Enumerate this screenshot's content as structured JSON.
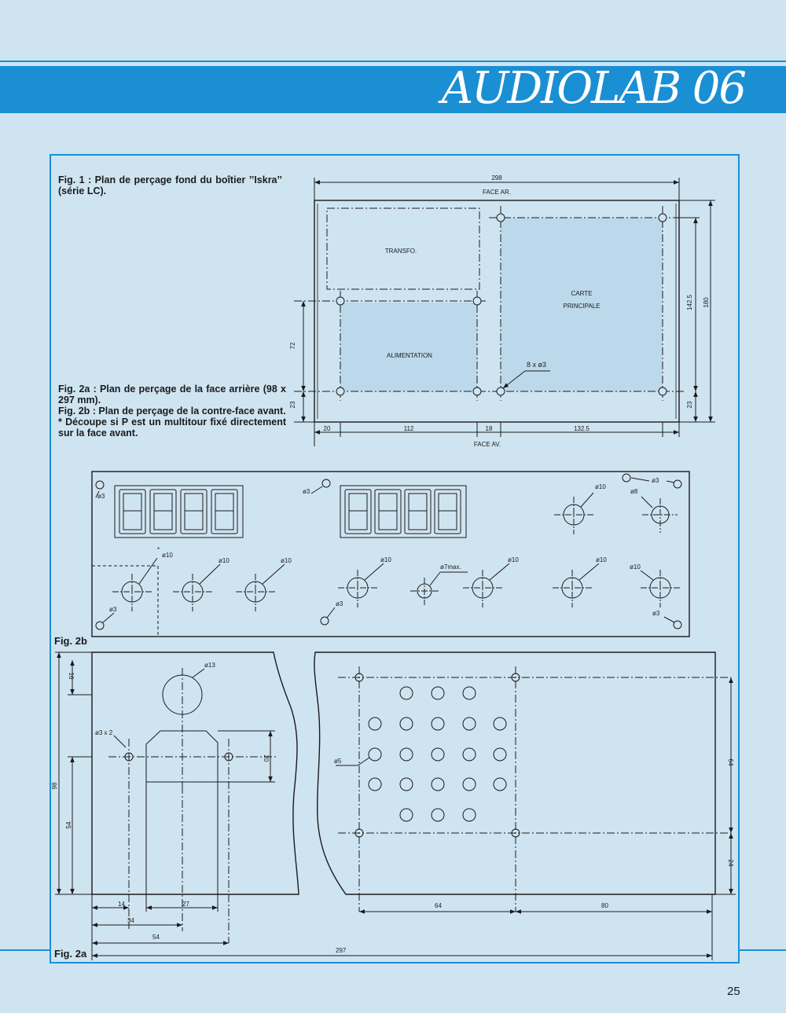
{
  "header": {
    "title": "AUDIOLAB 06"
  },
  "captions": {
    "fig1": "Fig. 1 : Plan de perçage fond du boîtier ’’Iskra’’ (série LC).",
    "fig2a": "Fig. 2a : Plan de perçage de la face arrière (98 x 297 mm).",
    "fig2b": "Fig. 2b : Plan de perçage de la contre-face avant.",
    "note": "* Découpe si P est un multitour fixé directement sur la face avant."
  },
  "fig1": {
    "dim_total_width": "298",
    "face_ar": "FACE AR.",
    "face_av": "FACE AV.",
    "transfo": "TRANSFO.",
    "carte": "CARTE",
    "principale": "PRINCIPALE",
    "alimentation": "ALIMENTATION",
    "holes": "8 x ø3",
    "dim_142_5": "142.5",
    "dim_180": "180",
    "dim_72": "72",
    "dim_23_left": "23",
    "dim_23_right": "23",
    "dim_20": "20",
    "dim_112": "112",
    "dim_18": "18",
    "dim_132_5": "132.5"
  },
  "fig2b": {
    "label": "Fig. 2b",
    "h3_tl": "ø3",
    "h3_mid": "ø3",
    "h3_tr": "ø3",
    "h10_r1": "ø10",
    "h8": "ø8",
    "h10_1": "ø10",
    "h10_1_star": "*",
    "h10_2": "ø10",
    "h10_3": "ø10",
    "h10_4": "ø10",
    "h7max": "ø7max.",
    "h10_5": "ø10",
    "h10_6": "ø10",
    "h10_7": "ø10",
    "h3_bl": "ø3",
    "h3_bm": "ø3",
    "h3_br": "ø3"
  },
  "fig2a": {
    "label": "Fig. 2a",
    "h13": "ø13",
    "h3x2": "ø3 x 2",
    "h5": "ø5",
    "dim_16": "16",
    "dim_98": "98",
    "dim_54v": "54",
    "dim_20": "20",
    "dim_14": "14",
    "dim_27": "27",
    "dim_34": "34",
    "dim_54h": "54",
    "dim_297": "297",
    "dim_64h": "64",
    "dim_80": "80",
    "dim_64v": "64",
    "dim_24": "24"
  },
  "footer": {
    "page_number": "25"
  },
  "colors": {
    "accent": "#1a8fd4",
    "background": "#cfe4f1",
    "ink": "#1b1b1b"
  }
}
